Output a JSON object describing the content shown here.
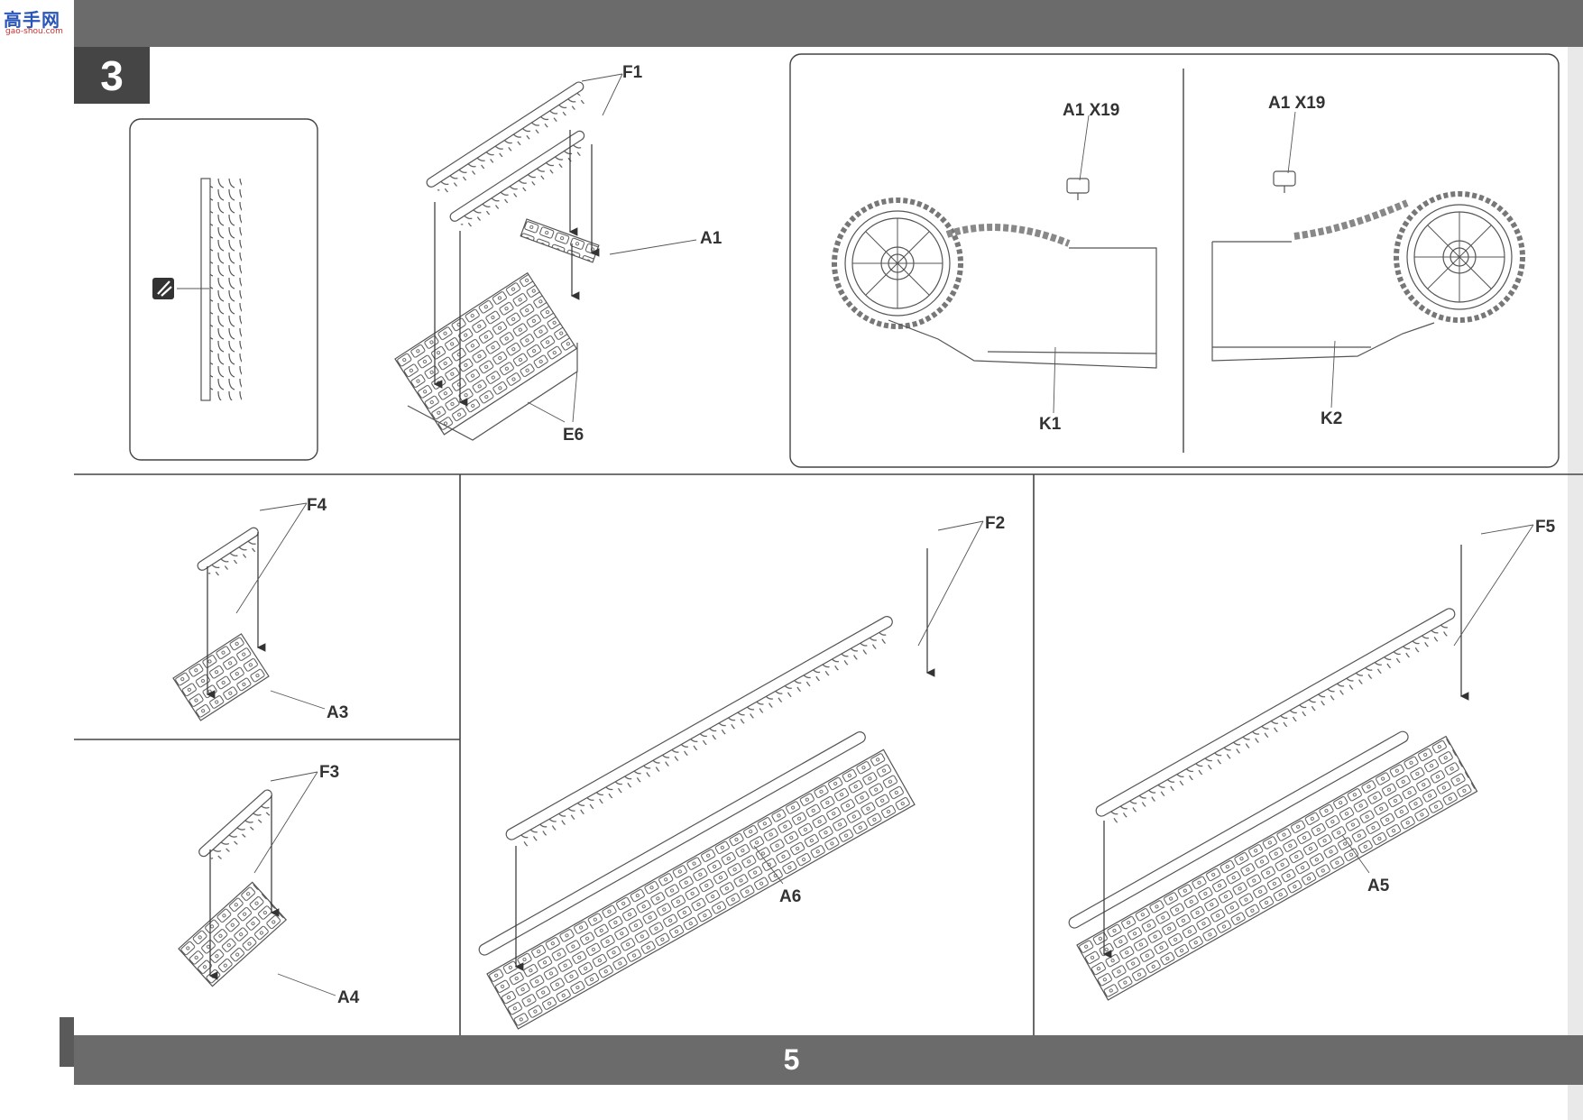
{
  "step_number": "3",
  "page_number": "5",
  "logo": {
    "main": "高手网",
    "sub": "gao-shou.com"
  },
  "labels": {
    "f1": "F1",
    "a1": "A1",
    "e6": "E6",
    "k1_callout": "A1 X19",
    "k1": "K1",
    "k2_callout": "A1 X19",
    "k2": "K2",
    "f4": "F4",
    "a3": "A3",
    "f3": "F3",
    "a4": "A4",
    "f2": "F2",
    "a6": "A6",
    "f5": "F5",
    "a5": "A5"
  },
  "colors": {
    "bar": "#6b6b6b",
    "step_box": "#454545",
    "line": "#444444"
  },
  "icons": {
    "cutter": "side-cutter-icon"
  }
}
